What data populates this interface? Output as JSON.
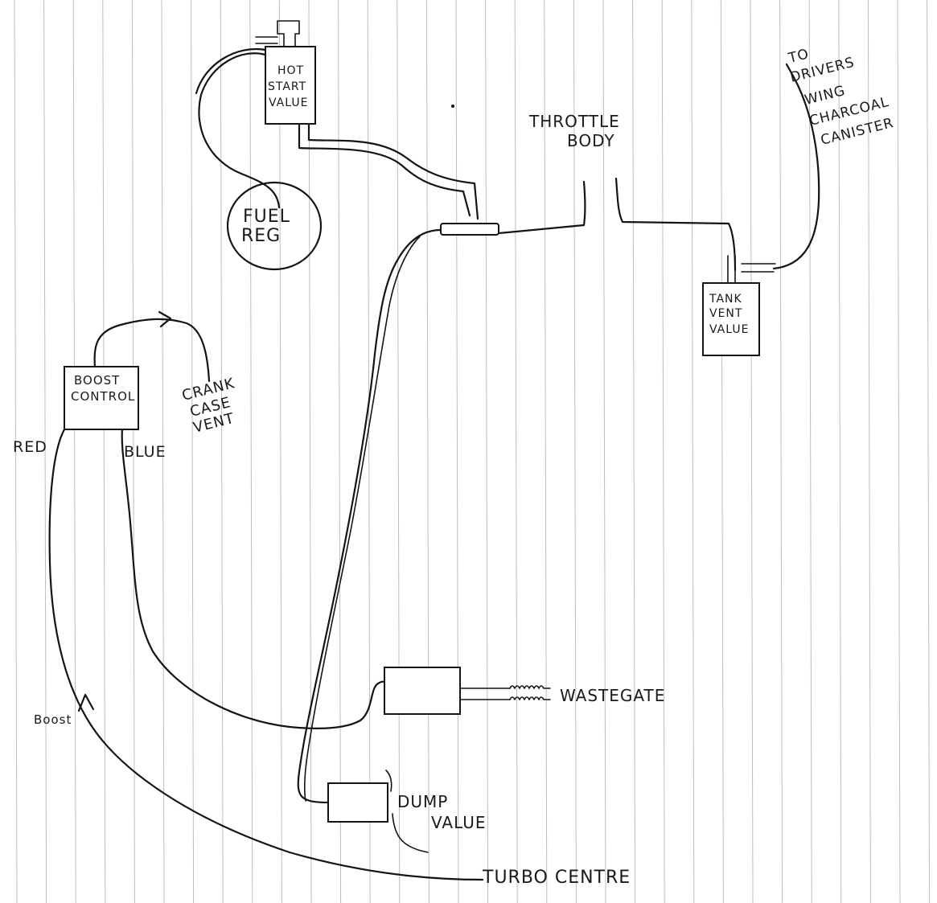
{
  "labels": {
    "hot_start_valve": [
      "HOT",
      "START",
      "VALUE"
    ],
    "fuel_reg": [
      "FUEL",
      "REG"
    ],
    "throttle_body": [
      "THROTTLE",
      "BODY"
    ],
    "to_charcoal": [
      "TO",
      "DRIVERS",
      "WING",
      "CHARCOAL",
      "CANISTER"
    ],
    "tank_vent_valve": [
      "TANK",
      "VENT",
      "VALUE"
    ],
    "boost_control": [
      "BOOST",
      "CONTROL"
    ],
    "crank_case_vent": [
      "CRANK",
      "CASE",
      "VENT"
    ],
    "red": "RED",
    "blue": "BLUE",
    "wastegate": "WASTEGATE",
    "boost": "Boost",
    "dump_valve": [
      "DUMP",
      "VALUE"
    ],
    "turbo_centre": "TURBO CENTRE"
  },
  "colors": {
    "ink": "#141414",
    "paper": "#ffffff",
    "rules": "#bdbdbd"
  }
}
